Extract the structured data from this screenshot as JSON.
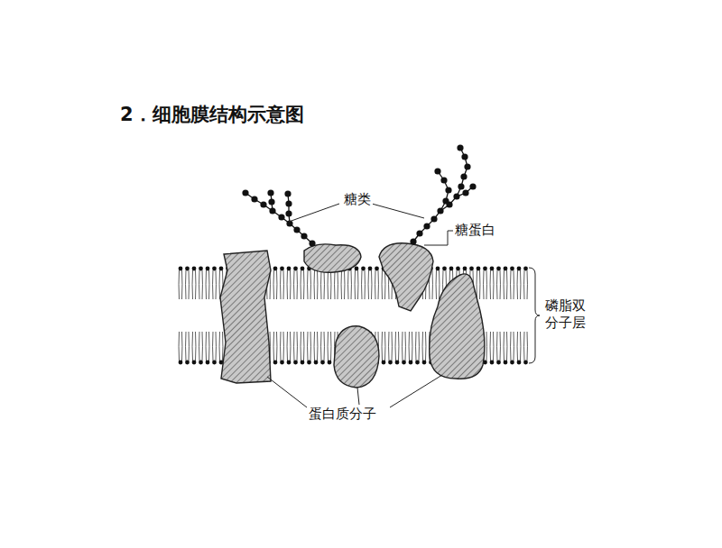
{
  "diagram": {
    "title": "2．细胞膜结构示意图",
    "labels": [
      "糖类",
      "糖蛋白",
      "磷脂双分子层",
      "蛋白质分子"
    ]
  }
}
